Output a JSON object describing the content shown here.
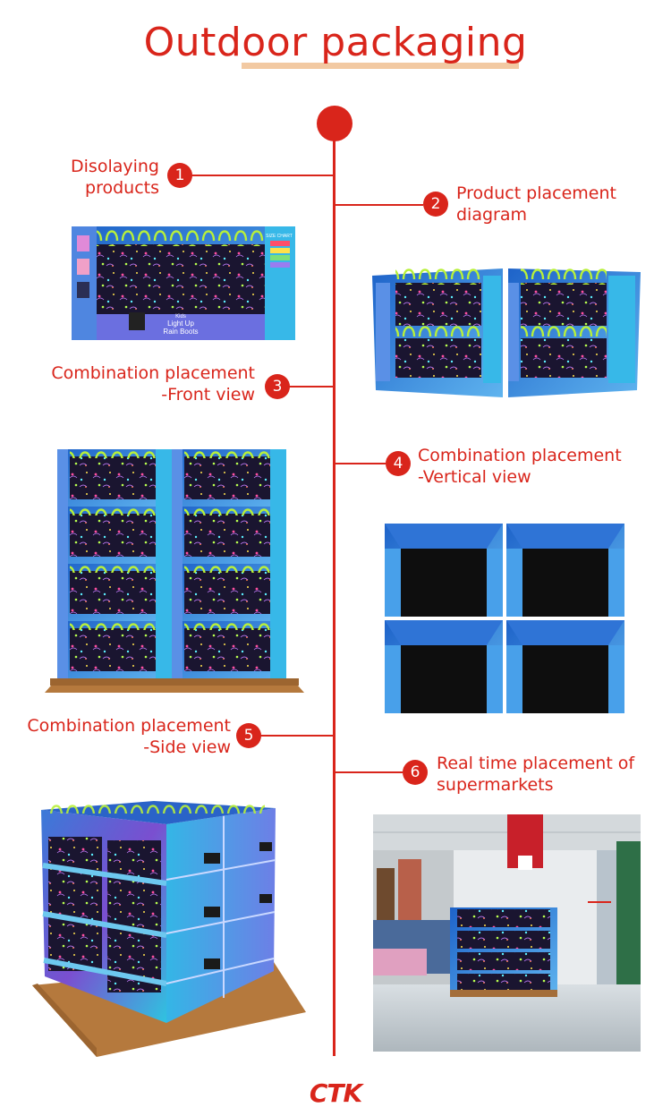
{
  "page": {
    "title": "Outdoor packaging",
    "brand_logo": "CTK",
    "accent_color": "#d9251b"
  },
  "steps": [
    {
      "number": "1",
      "line1": "Disolaying",
      "line2": "products"
    },
    {
      "number": "2",
      "line1": "Product placement",
      "line2": "diagram"
    },
    {
      "number": "3",
      "line1": "Combination placement",
      "line2": "-Front view"
    },
    {
      "number": "4",
      "line1": "Combination placement",
      "line2": "-Vertical view"
    },
    {
      "number": "5",
      "line1": "Combination placement",
      "line2": "-Side view"
    },
    {
      "number": "6",
      "line1": "Real time placement of",
      "line2": "supermarkets"
    }
  ],
  "product_box": {
    "size_chart_label": "SIZE CHART",
    "product_line1": "Kids",
    "product_line2": "Light Up",
    "product_line3": "Rain Boots"
  }
}
